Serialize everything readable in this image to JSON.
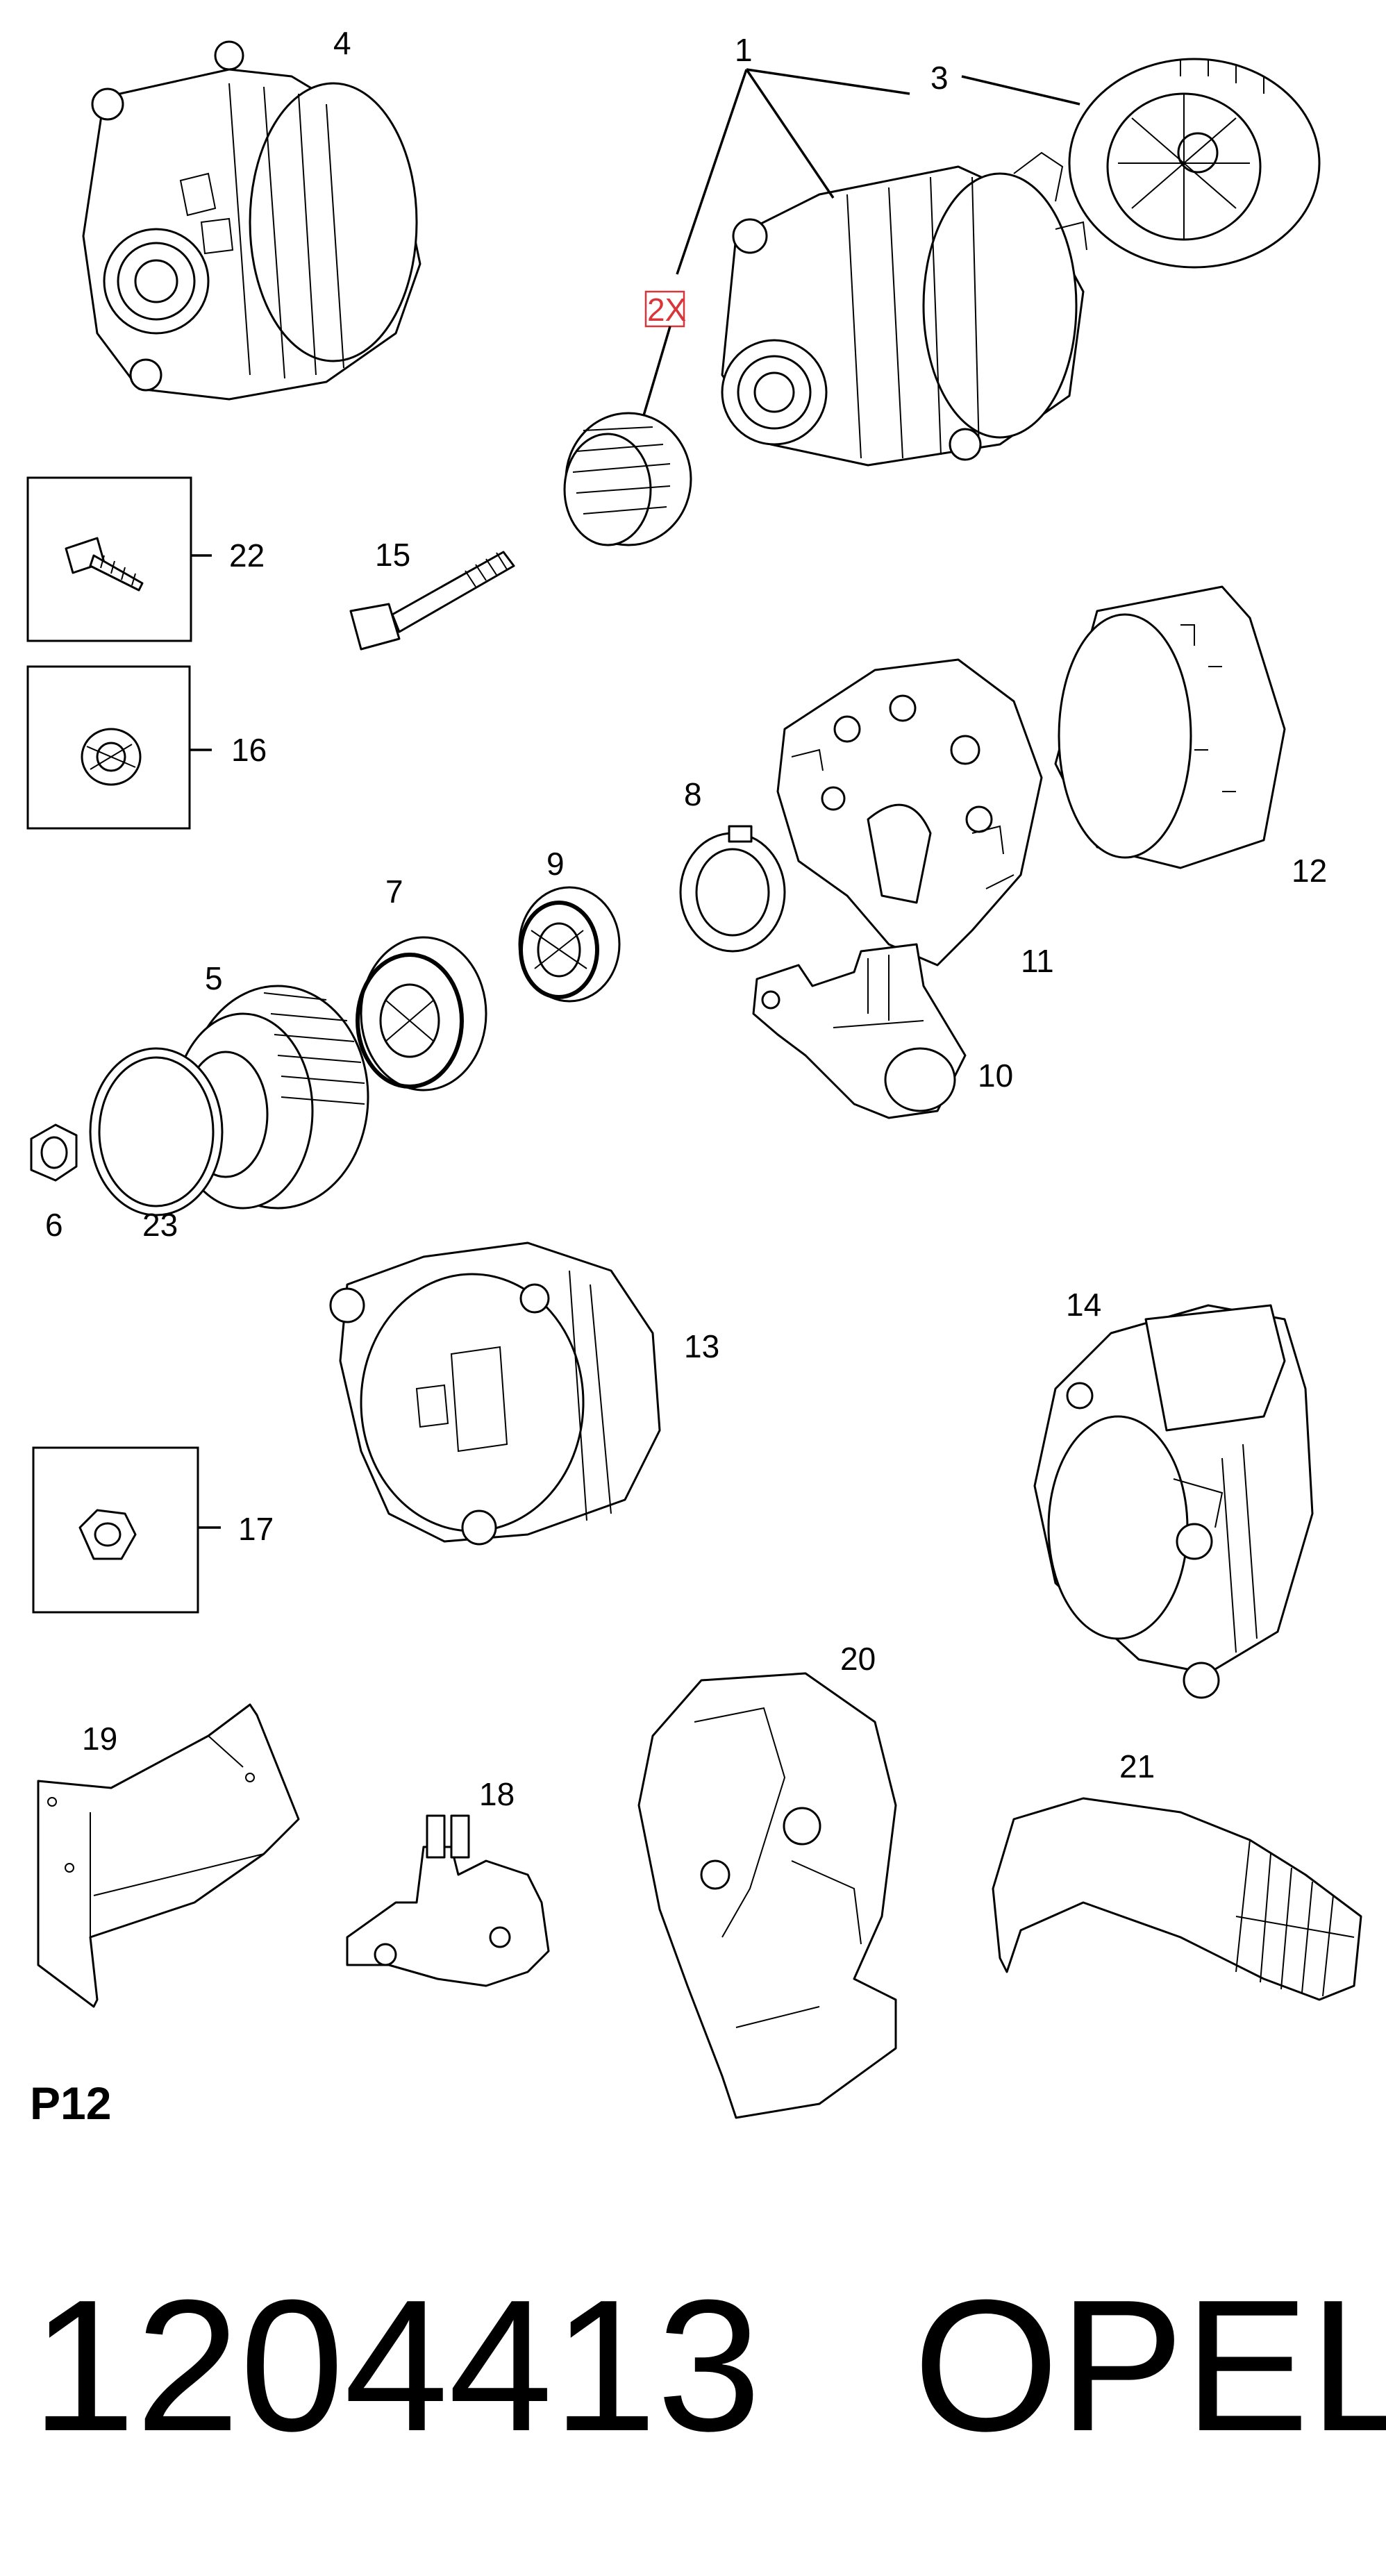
{
  "diagram": {
    "callouts": {
      "c1": "1",
      "c2": "2X",
      "c3": "3",
      "c4": "4",
      "c5": "5",
      "c6": "6",
      "c7": "7",
      "c8": "8",
      "c9": "9",
      "c10": "10",
      "c11": "11",
      "c12": "12",
      "c13": "13",
      "c14": "14",
      "c15": "15",
      "c16": "16",
      "c17": "17",
      "c18": "18",
      "c19": "19",
      "c20": "20",
      "c21": "21",
      "c22": "22",
      "c23": "23"
    },
    "page_label": "P12"
  },
  "footer": {
    "part_number": "1204413",
    "brand": "OPEL"
  },
  "colors": {
    "line": "#000000",
    "background": "#ffffff",
    "marker": "#d9343a"
  }
}
